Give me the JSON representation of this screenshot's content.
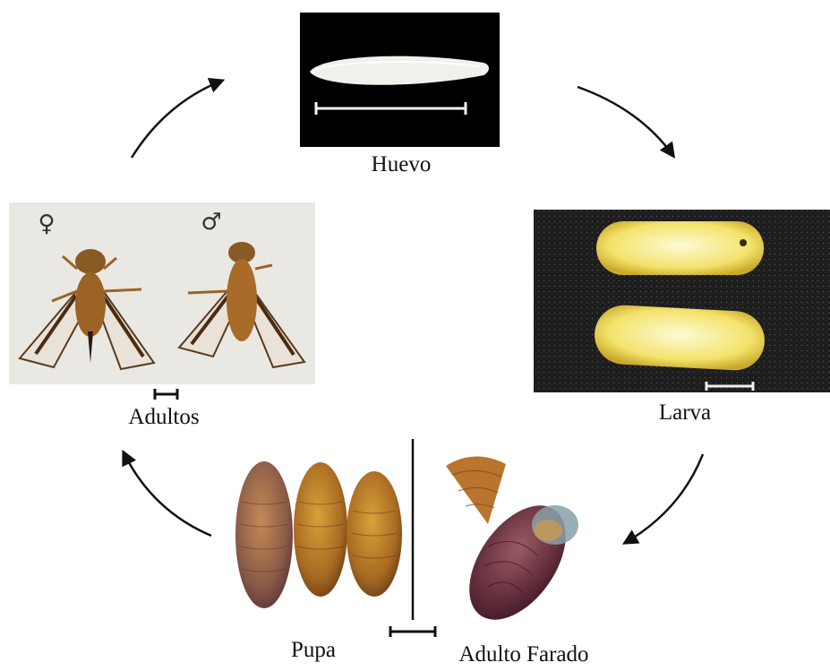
{
  "stages": {
    "huevo": "Huevo",
    "larva": "Larva",
    "pupa": "Pupa",
    "adulto_farado": "Adulto Farado",
    "adultos": "Adultos"
  },
  "sex_symbols": {
    "female": "♀",
    "male": "♂"
  },
  "colors": {
    "arrow": "#111111",
    "egg_background": "#000000",
    "larva_background": "#1a1a1a",
    "adult_background": "#e9e8e3"
  }
}
